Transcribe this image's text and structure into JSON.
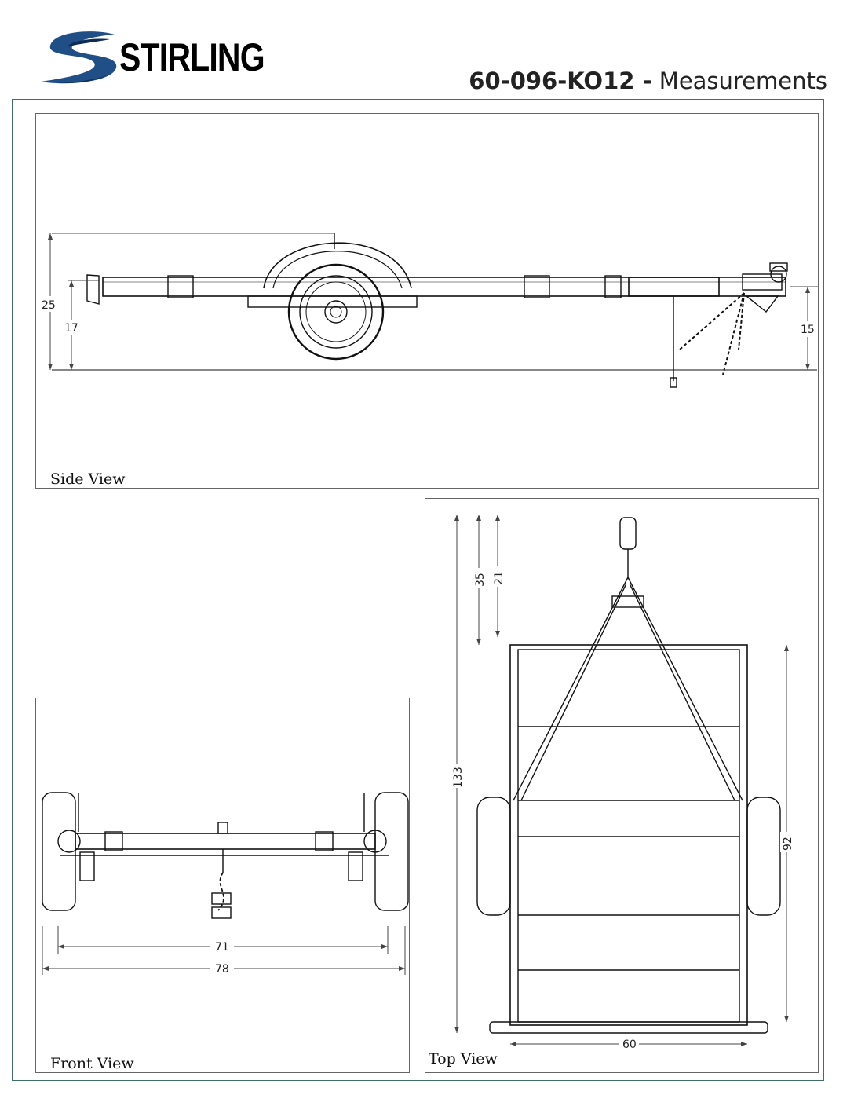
{
  "header": {
    "brand": "STIRLING",
    "model_code": "60-096-KO12 -",
    "title_suffix": "Measurements"
  },
  "views": {
    "side": {
      "label": "Side View",
      "dimensions": {
        "overall_height": "25",
        "front_height": "17",
        "rear_height": "15"
      }
    },
    "front": {
      "label": "Front View",
      "dimensions": {
        "inner_width": "71",
        "overall_width": "78"
      }
    },
    "top": {
      "label": "Top View",
      "dimensions": {
        "tongue_length": "35",
        "tongue_inner": "21",
        "overall_length": "133",
        "bed_length": "92",
        "bed_width": "60"
      }
    }
  },
  "colors": {
    "frame_border": "#3f6f66",
    "logo_blue": "#1f4f86",
    "logo_dark": "#0d2c55"
  }
}
